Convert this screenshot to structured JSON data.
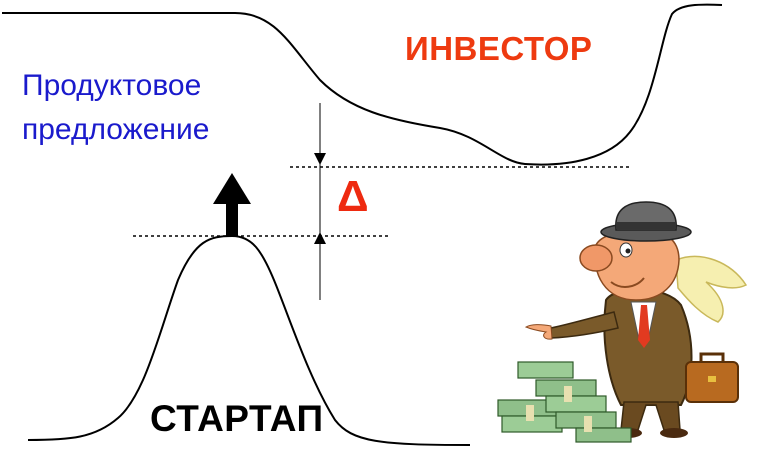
{
  "labels": {
    "offer_line1": "Продуктовое",
    "offer_line2": "предложение",
    "investor": "ИНВЕСТОР",
    "startup": "СТАРТАП",
    "delta": "Δ"
  },
  "colors": {
    "offer": "#1a1acc",
    "investor": "#ee3a10",
    "delta": "#ee2a10",
    "startup": "#000000",
    "curve": "#000000"
  },
  "illustration": {
    "subject": "cartoon-investor-with-money",
    "icons": [
      "hat-icon",
      "briefcase-icon",
      "money-stack-icon"
    ]
  }
}
